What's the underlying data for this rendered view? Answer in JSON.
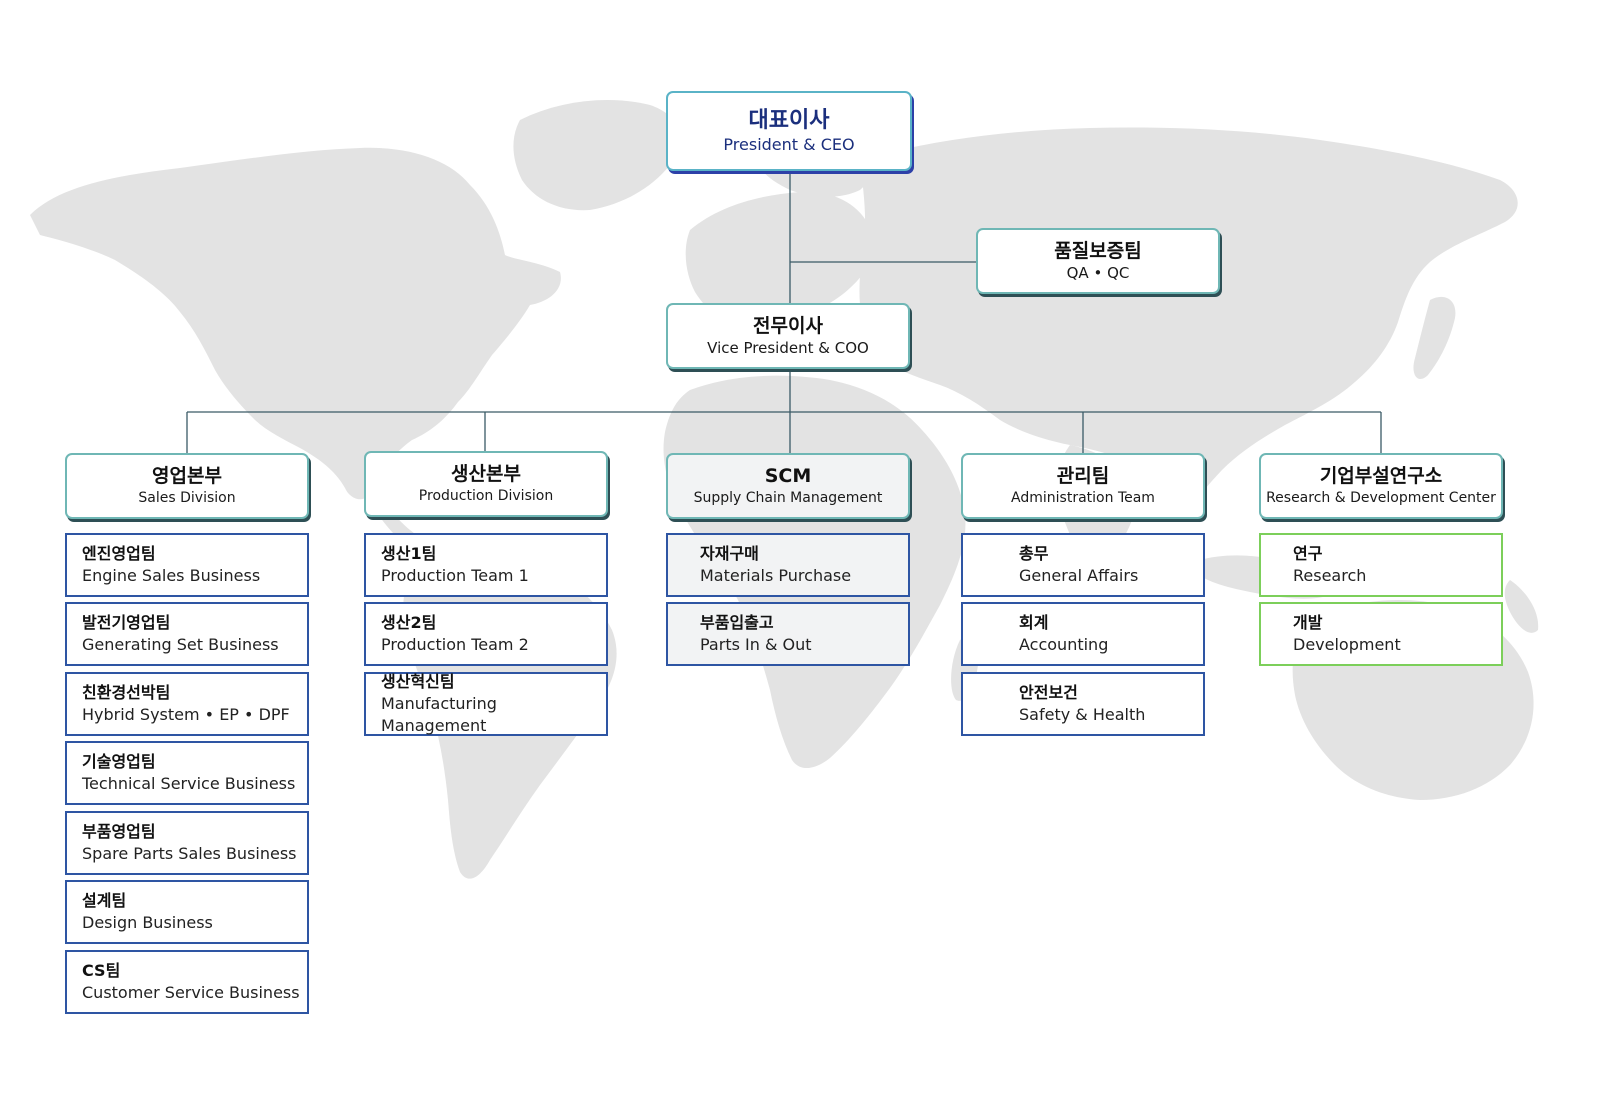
{
  "colors": {
    "map": "#e3e3e3",
    "line": "#3a5a66",
    "ceo_accent": "#1b2f7d",
    "sub_border": "#2e55a3",
    "rd_border": "#7ccf5a"
  },
  "ceo": {
    "ko": "대표이사",
    "en": "President & CEO"
  },
  "qa": {
    "ko": "품질보증팀",
    "en": "QA • QC"
  },
  "coo": {
    "ko": "전무이사",
    "en": "Vice President & COO"
  },
  "divisions": [
    {
      "ko": "영업본부",
      "en": "Sales Division",
      "teams": [
        {
          "ko": "엔진영업팀",
          "en": "Engine Sales Business"
        },
        {
          "ko": "발전기영업팀",
          "en": "Generating Set Business"
        },
        {
          "ko": "친환경선박팀",
          "en": "Hybrid System • EP • DPF"
        },
        {
          "ko": "기술영업팀",
          "en": "Technical Service Business"
        },
        {
          "ko": "부품영업팀",
          "en": "Spare Parts Sales Business"
        },
        {
          "ko": "설계팀",
          "en": "Design Business"
        },
        {
          "ko": "CS팀",
          "en": "Customer Service Business"
        }
      ]
    },
    {
      "ko": "생산본부",
      "en": "Production Division",
      "teams": [
        {
          "ko": "생산1팀",
          "en": "Production Team 1"
        },
        {
          "ko": "생산2팀",
          "en": "Production Team 2"
        },
        {
          "ko": "생산혁신팀",
          "en": "Manufacturing Management"
        }
      ]
    },
    {
      "ko": "SCM",
      "en": "Supply Chain Management",
      "teams": [
        {
          "ko": "자재구매",
          "en": "Materials Purchase"
        },
        {
          "ko": "부품입출고",
          "en": "Parts In & Out"
        }
      ]
    },
    {
      "ko": "관리팀",
      "en": "Administration Team",
      "teams": [
        {
          "ko": "총무",
          "en": "General Affairs"
        },
        {
          "ko": "회계",
          "en": "Accounting"
        },
        {
          "ko": "안전보건",
          "en": "Safety & Health"
        }
      ]
    },
    {
      "ko": "기업부설연구소",
      "en": "Research & Development Center",
      "teams": [
        {
          "ko": "연구",
          "en": "Research"
        },
        {
          "ko": "개발",
          "en": "Development"
        }
      ]
    }
  ]
}
